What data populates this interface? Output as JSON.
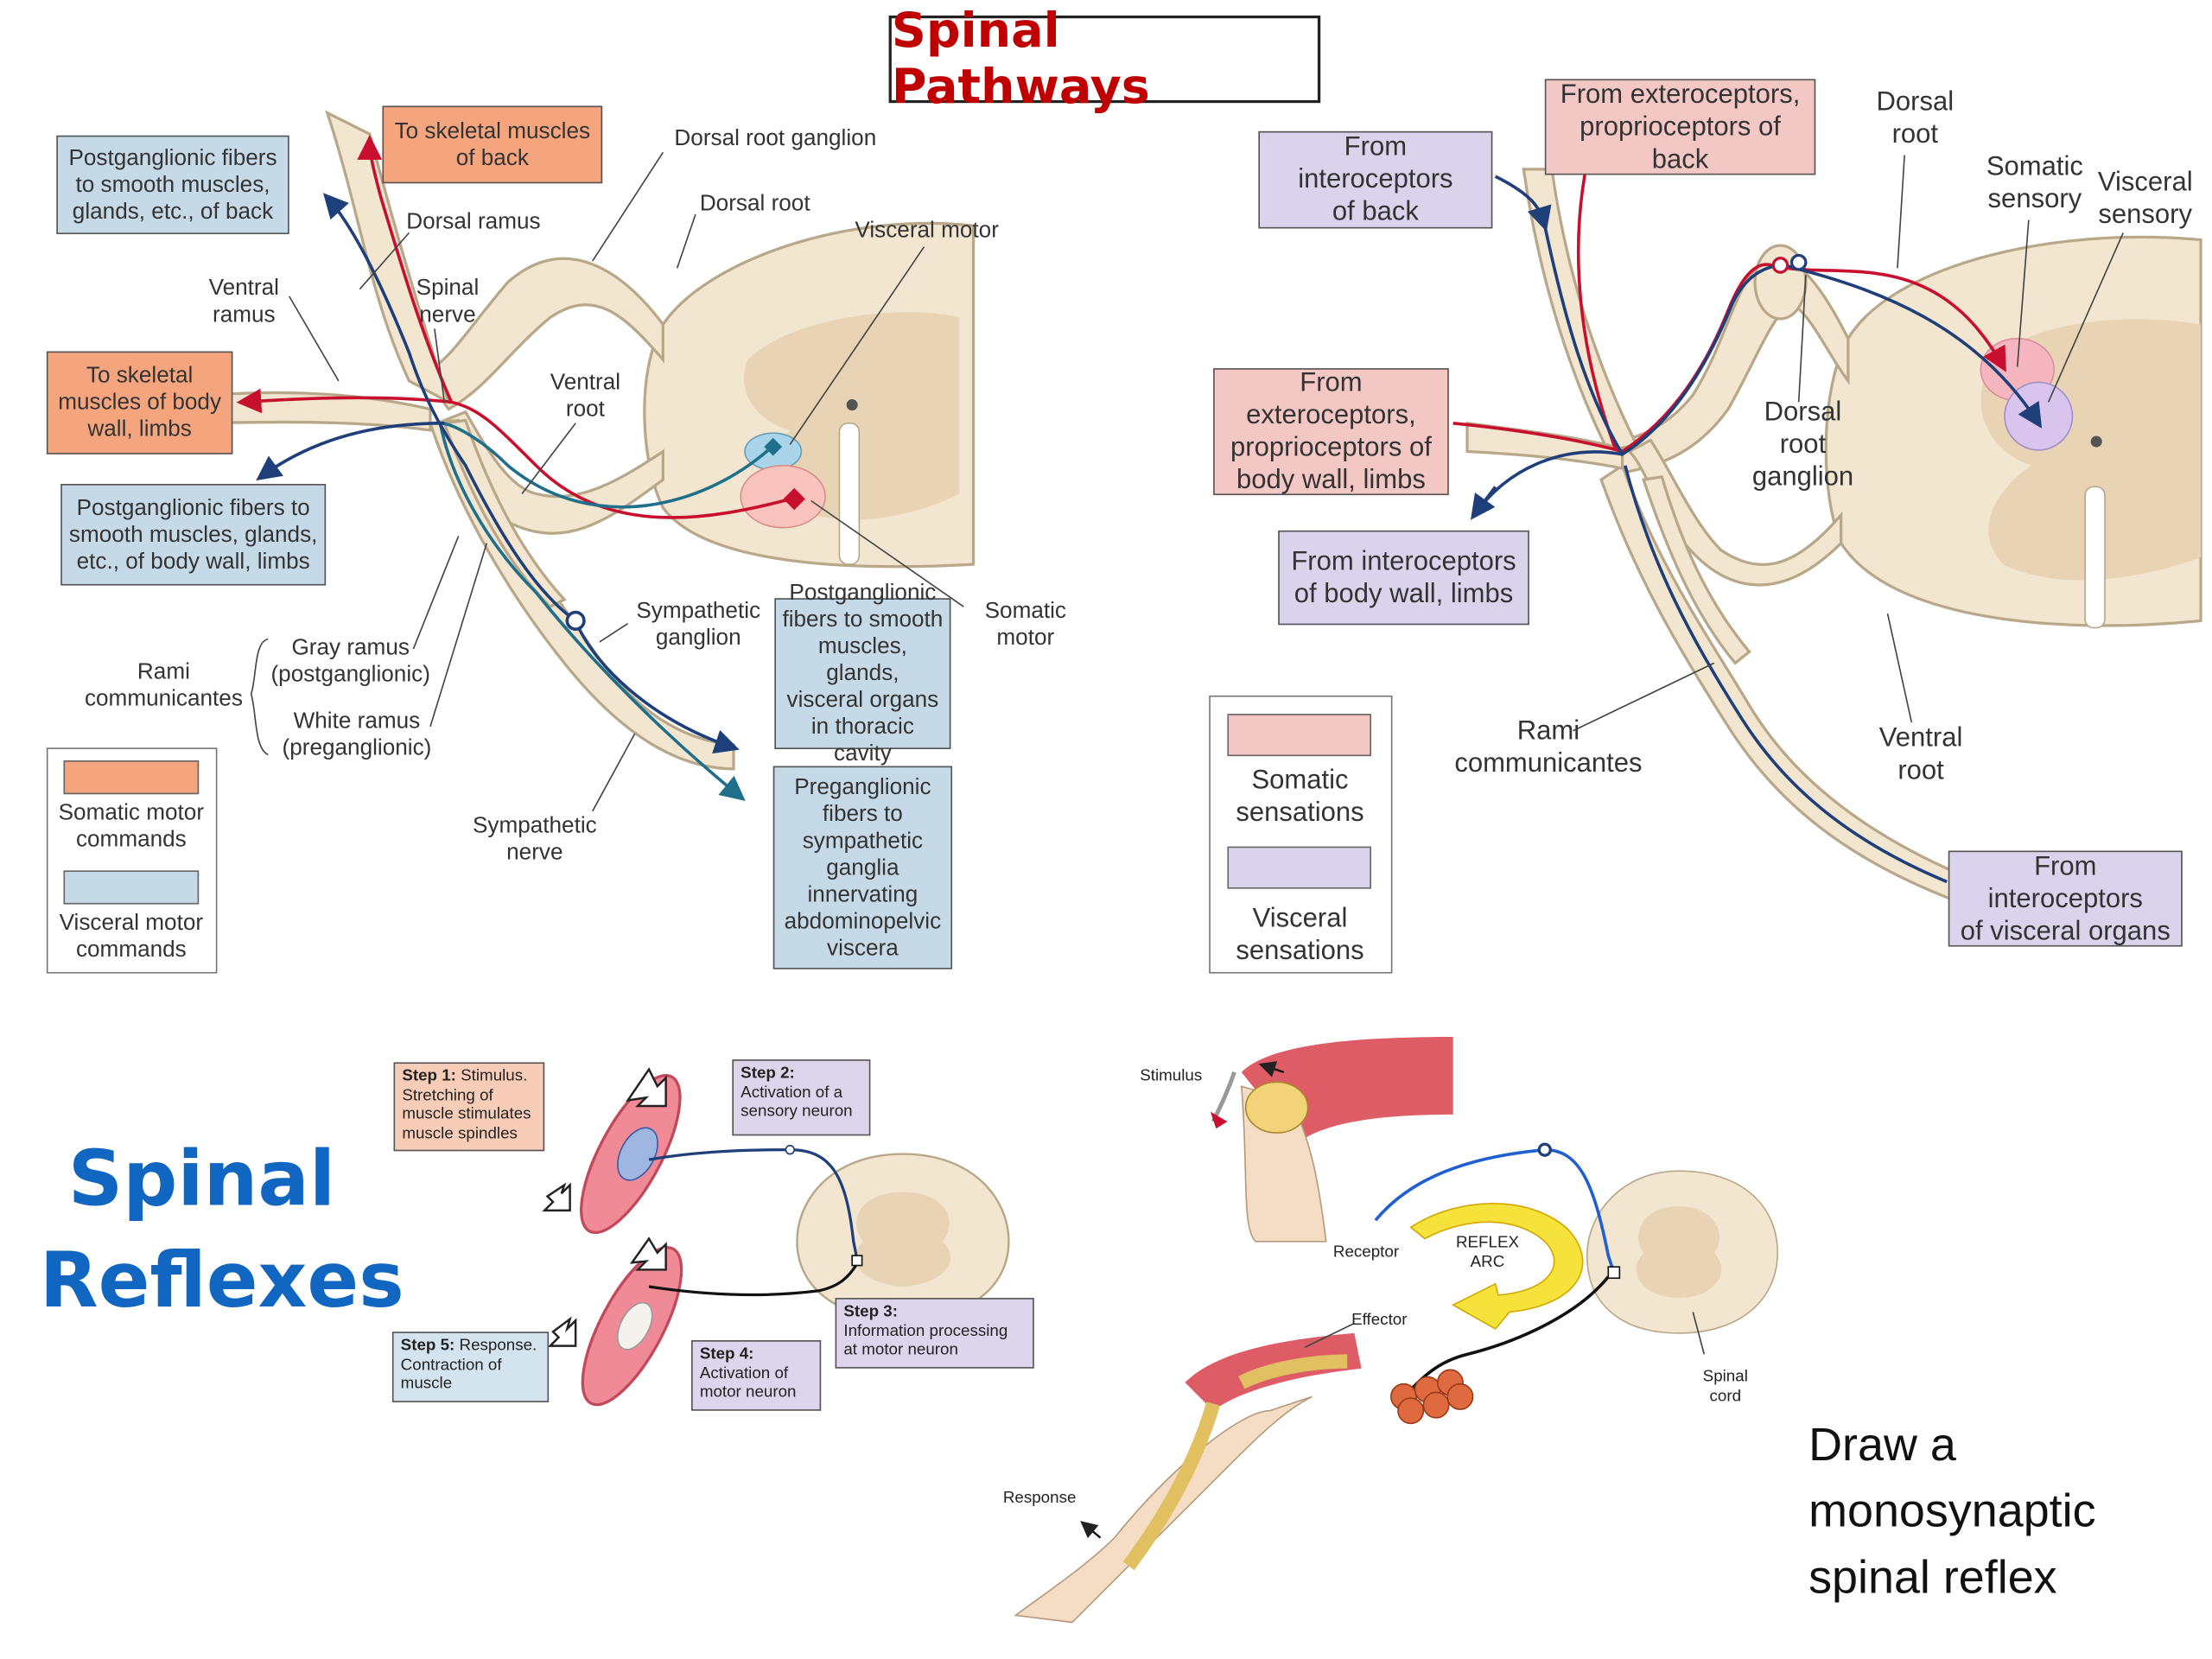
{
  "title": "Spinal Pathways",
  "motor": {
    "boxes": {
      "postgang_back": "Postganglionic fibers\nto smooth muscles,\nglands, etc., of back",
      "skeletal_back": "To skeletal muscles\nof back",
      "skeletal_body": "To skeletal\nmuscles of body\nwall, limbs",
      "postgang_body": "Postganglionic fibers to\nsmooth muscles, glands,\netc., of body wall, limbs",
      "postgang_thoracic": "Postganglionic\nfibers to smooth\nmuscles, glands,\nvisceral organs\nin thoracic cavity",
      "pregang": "Preganglionic\nfibers to\nsympathetic\nganglia\ninnervating\nabdominopelvic\nviscera"
    },
    "labels": {
      "dorsal_root_ganglion": "Dorsal root ganglion",
      "dorsal_root": "Dorsal root",
      "dorsal_ramus": "Dorsal ramus",
      "visceral_motor": "Visceral motor",
      "ventral_ramus": "Ventral\nramus",
      "spinal_nerve": "Spinal\nnerve",
      "ventral_root": "Ventral\nroot",
      "sympathetic_ganglion": "Sympathetic\nganglion",
      "somatic_motor": "Somatic\nmotor",
      "gray_ramus": "Gray ramus\n(postganglionic)",
      "rami_communicantes": "Rami\ncommunicantes",
      "white_ramus": "White ramus\n(preganglionic)",
      "sympathetic_nerve": "Sympathetic\nnerve"
    },
    "legend": {
      "somatic": "Somatic motor\ncommands",
      "visceral": "Visceral motor\ncommands"
    }
  },
  "sensory": {
    "boxes": {
      "interoceptors_back": "From interoceptors\nof back",
      "exteroceptors_back": "From exteroceptors,\nproprioceptors of back",
      "exteroceptors_body": "From exteroceptors,\nproprioceptors of\nbody wall, limbs",
      "interoceptors_body": "From interoceptors\nof body wall, limbs",
      "interoceptors_visceral": "From interoceptors\nof visceral organs"
    },
    "labels": {
      "dorsal_root": "Dorsal\nroot",
      "somatic_sensory": "Somatic\nsensory",
      "visceral_sensory": "Visceral\nsensory",
      "dorsal_root_ganglion": "Dorsal\nroot\nganglion",
      "rami_communicantes": "Rami\ncommunicantes",
      "ventral_root": "Ventral\nroot"
    },
    "legend": {
      "somatic": "Somatic\nsensations",
      "visceral": "Visceral\nsensations"
    }
  },
  "reflex": {
    "title": "Spinal\nReflexes",
    "steps": {
      "s1_head": "Step 1:",
      "s1_text": " Stimulus.\nStretching of\nmuscle stimulates\nmuscle spindles",
      "s2_head": "Step 2:",
      "s2_text": "\nActivation of a\nsensory neuron",
      "s3_head": "Step 3:",
      "s3_text": "\nInformation processing\nat motor neuron",
      "s4_head": "Step 4:",
      "s4_text": "\nActivation of\nmotor neuron",
      "s5_head": "Step 5:",
      "s5_text": " Response.\nContraction of\nmuscle"
    },
    "knee_labels": {
      "stimulus": "Stimulus",
      "receptor": "Receptor",
      "reflex_arc": "REFLEX\nARC",
      "effector": "Effector",
      "spinal_cord": "Spinal\ncord",
      "response": "Response"
    },
    "task": "Draw a\nmonosynaptic\nspinal reflex"
  },
  "colors": {
    "title_red": "#c00000",
    "reflex_blue": "#1066c0",
    "somatic_red": "#c8102e",
    "visceral_blue": "#1f3f7a",
    "orange_box": "#f4a57e",
    "blue_box": "#c6d9e6",
    "pink_box": "#f3c8c4",
    "lavender_box": "#d9d4ec",
    "nerve_tan": "#f2e6d0",
    "gray_matter": "#e8d3b4"
  }
}
